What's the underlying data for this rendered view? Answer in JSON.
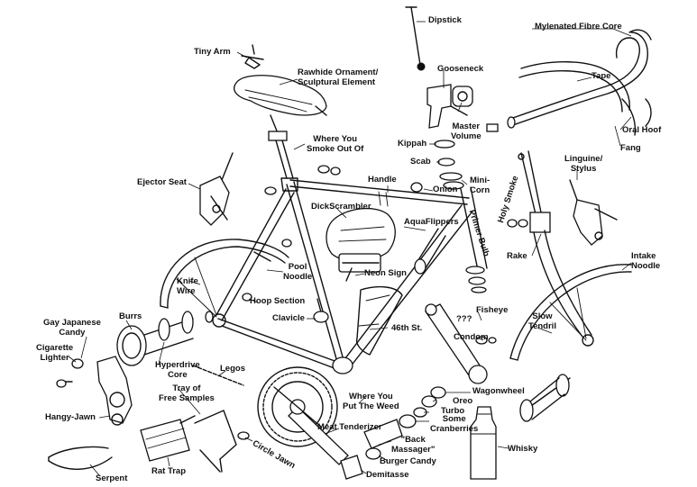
{
  "labels": {
    "dipstick": "Dipstick",
    "mylenated": "Mylenated Fibre Core",
    "tiny_arm": "Tiny Arm",
    "rawhide": "Rawhide Ornament/\nSculptural Element",
    "gooseneck": "Gooseneck",
    "tape": "Tape",
    "master_volume": "Master\nVolume",
    "oral_hoof": "Oral Hoof",
    "fang": "Fang",
    "where_smoke": "Where You\nSmoke Out Of",
    "kippah": "Kippah",
    "scab": "Scab",
    "linguine": "Linguine/\nStylus",
    "ejector": "Ejector Seat",
    "handle": "Handle",
    "onion": "Onion",
    "mini_corn": "Mini-\nCorn",
    "holy_smoke": "Holy Smoke",
    "dickscrambler": "DickScrambler",
    "aquaflippers": "AquaFlippers",
    "primer_bulb": "Primer Bulb",
    "rake": "Rake",
    "intake_noodle": "Intake\nNoodle",
    "knife_wire": "Knife\nWire",
    "pool_noodle": "Pool\nNoodle",
    "neon_sign": "Neon Sign",
    "hoop_section": "Hoop Section",
    "gay_japanese": "Gay Japanese\nCandy",
    "burrs": "Burrs",
    "clavicle": "Clavicle",
    "fisheye": "Fisheye",
    "slow_tendril": "Slow\nTendril",
    "qqq": "???",
    "cigarette": "Cigarette\nLighter",
    "st46": "46th St.",
    "condom": "Condom",
    "hyperdrive": "Hyperdrive\nCore",
    "legos": "Legos",
    "tray": "Tray of\nFree Samples",
    "wagonwheel": "Wagonwheel",
    "oreo": "Oreo",
    "where_weed": "Where You\nPut The Weed",
    "turbo": "Turbo",
    "some_cran": "Some\nCranberries",
    "hangy_jawn": "Hangy-Jawn",
    "meat_tender": "Meat Tenderizer",
    "back_massager": "\"Back\nMassager\"",
    "whisky": "Whisky",
    "circle_jawn": "Circle Jawn",
    "burger_candy": "Burger Candy",
    "rat_trap": "Rat Trap",
    "serpent": "Serpent",
    "demitasse": "Demitasse"
  },
  "colors": {
    "ink": "#111111",
    "background": "#ffffff"
  }
}
